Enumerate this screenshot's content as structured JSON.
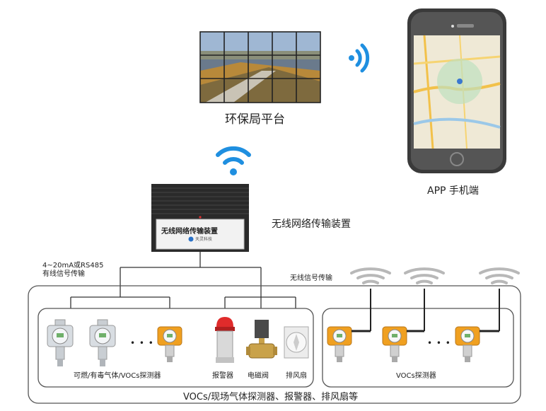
{
  "platform": {
    "label": "环保局平台"
  },
  "app": {
    "label": "APP 手机端"
  },
  "gateway": {
    "label": "无线网络传输装置",
    "panel_text": "无线网络传输装置",
    "brand": "天灵科技"
  },
  "wired": {
    "line1": "4~20mA或RS485",
    "line2": "有线信号传输"
  },
  "wireless_signal": {
    "label": "无线信号传输"
  },
  "left_group": {
    "detectors_label": "可燃/有毒气体/VOCs探测器",
    "alarm_label": "报警器",
    "valve_label": "电磁阀",
    "fan_label": "排风扇",
    "ellipsis": "• • •"
  },
  "right_group": {
    "detectors_label": "VOCs探测器",
    "ellipsis": "• • •"
  },
  "bottom": {
    "label": "VOCs/现场气体探测器、报警器、排风扇等"
  },
  "colors": {
    "wifi_blue": "#1f8fe0",
    "detector_orange": "#f0a020",
    "lines": "#333333",
    "signal_gray": "#b8b8b8"
  }
}
